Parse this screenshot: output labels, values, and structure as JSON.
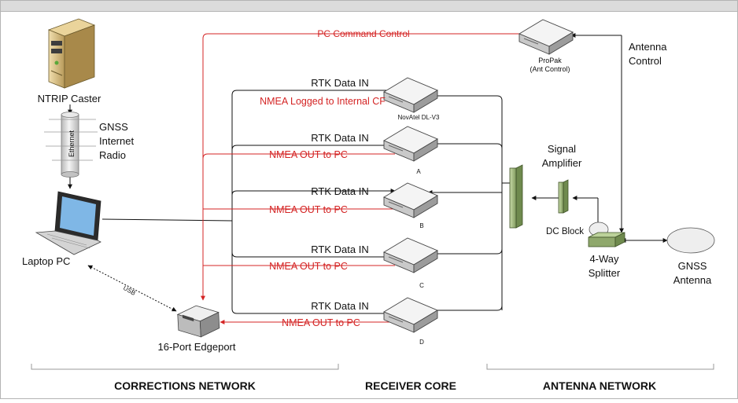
{
  "colors": {
    "frame": "#b4b4b4",
    "wire": "#111111",
    "red": "#d42424",
    "bus": "#8fa86c"
  },
  "labels": {
    "ntrip": "NTRIP Caster",
    "ethernet": "Ethernet",
    "gnss_radio": [
      "GNSS",
      "Internet",
      "Radio"
    ],
    "laptop": "Laptop PC",
    "usb": "USB",
    "edgeport": "16-Port Edgeport",
    "pc_command": "PC Command Control",
    "propak": "ProPak",
    "propak_sub": "(Ant Control)",
    "antenna_control": [
      "Antenna",
      "Control"
    ],
    "rtk": "RTK Data IN",
    "nmea_cf": "NMEA Logged to Internal CF",
    "nmea_pc": "NMEA OUT to PC",
    "dlv3": "NovAtel DL-V3",
    "rec_a": "A",
    "rec_b": "B",
    "rec_c": "C",
    "rec_d": "D",
    "signal_amp": [
      "Signal",
      "Amplifier"
    ],
    "dc_block": "DC Block",
    "splitter": [
      "4-Way",
      "Splitter"
    ],
    "gnss_antenna": [
      "GNSS",
      "Antenna"
    ]
  },
  "sections": {
    "corrections": "CORRECTIONS NETWORK",
    "receiver": "RECEIVER CORE",
    "antenna": "ANTENNA NETWORK"
  }
}
